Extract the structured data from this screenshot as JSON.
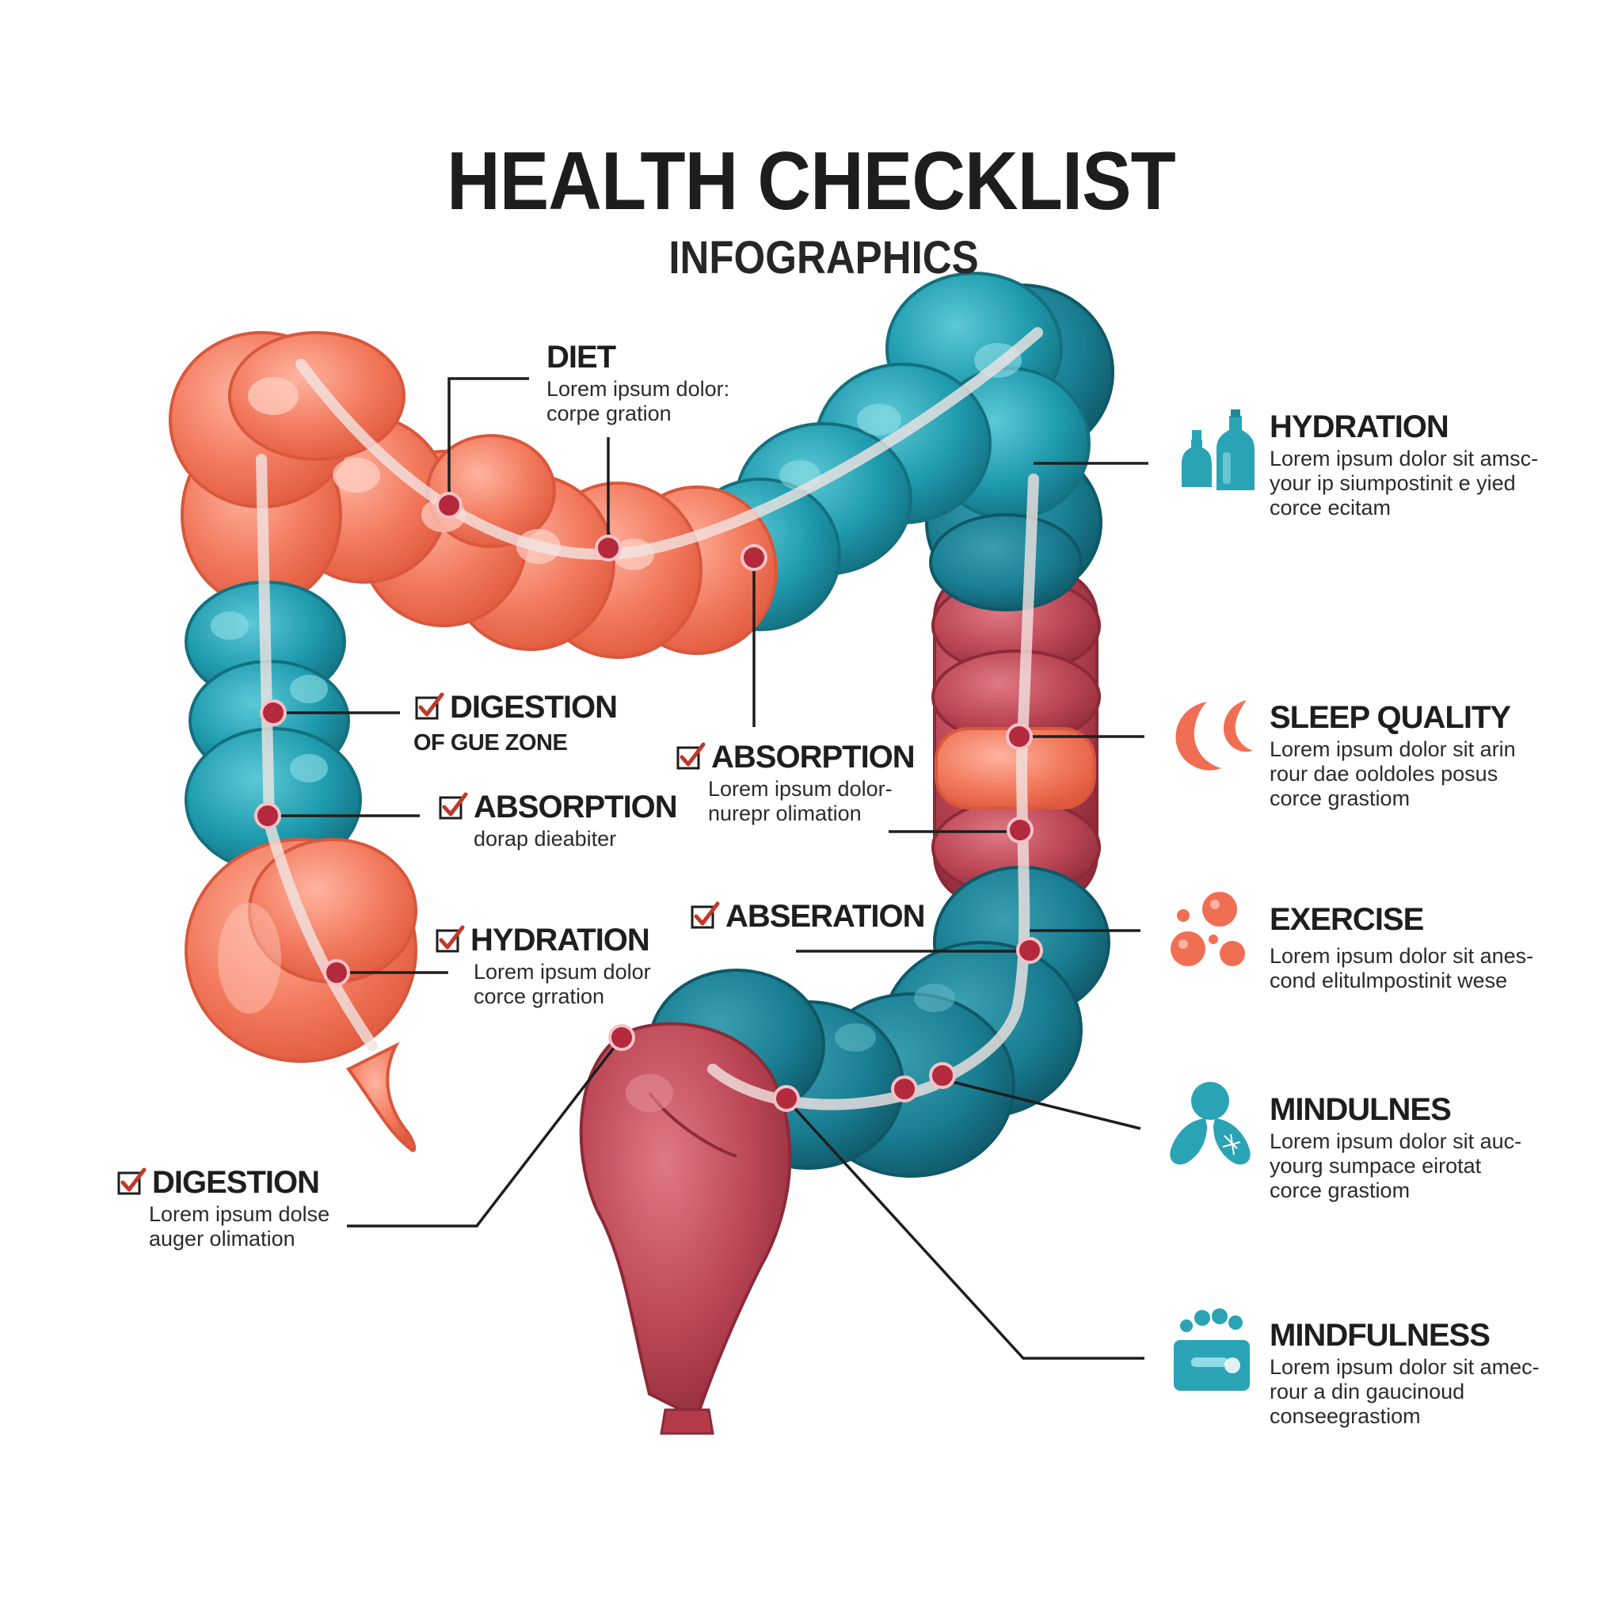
{
  "header": {
    "title": "HEALTH CHECKLIST",
    "subtitle": "INFOGRAPHICS"
  },
  "colors": {
    "coral": "#f0745a",
    "teal": "#1f9bae",
    "maroon": "#b23a4a",
    "ink": "#1e1e1e",
    "check": "#c0392b"
  },
  "center_labels": [
    {
      "title": "DIET",
      "desc": "Lorem ipsum dolor:\ncorpe gration",
      "checked": false
    },
    {
      "title": "DIGESTION",
      "sub": "OF GUE ZONE",
      "checked": true
    },
    {
      "title": "ABSORPTION",
      "desc": "Lorem ipsum dolor-\nnurepr olimation",
      "checked": true
    },
    {
      "title": "ABSORPTION",
      "desc": "dorap dieabiter",
      "checked": true
    },
    {
      "title": "ABSERATION",
      "checked": true
    },
    {
      "title": "HYDRATION",
      "desc": "Lorem ipsum dolor\ncorce grration",
      "checked": true
    },
    {
      "title": "DIGESTION",
      "desc": "Lorem ipsum dolse\nauger olimation",
      "checked": true
    }
  ],
  "right_items": [
    {
      "title": "HYDRATION",
      "desc": "Lorem ipsum dolor sit amsc-\nyour ip siumpostinit e yied\ncorce ecitam",
      "icon": "bottles-icon"
    },
    {
      "title": "SLEEP QUALITY",
      "desc": "Lorem ipsum dolor sit arin\nrour dae ooldoles posus\ncorce grastiom",
      "icon": "moon-icon"
    },
    {
      "title": "EXERCISE",
      "desc": "Lorem ipsum dolor sit anes-\ncond elitulmpostinit wese",
      "icon": "bubbles-icon"
    },
    {
      "title": "MINDULNES",
      "desc": "Lorem ipsum dolor sit auc-\nyourg sumpace eirotat\ncorce grastiom",
      "icon": "lungs-icon"
    },
    {
      "title": "MINDFULNESS",
      "desc": "Lorem ipsum dolor sit amec-\nrour a din gaucinoud\nconseegrastiom",
      "icon": "relax-icon"
    }
  ]
}
